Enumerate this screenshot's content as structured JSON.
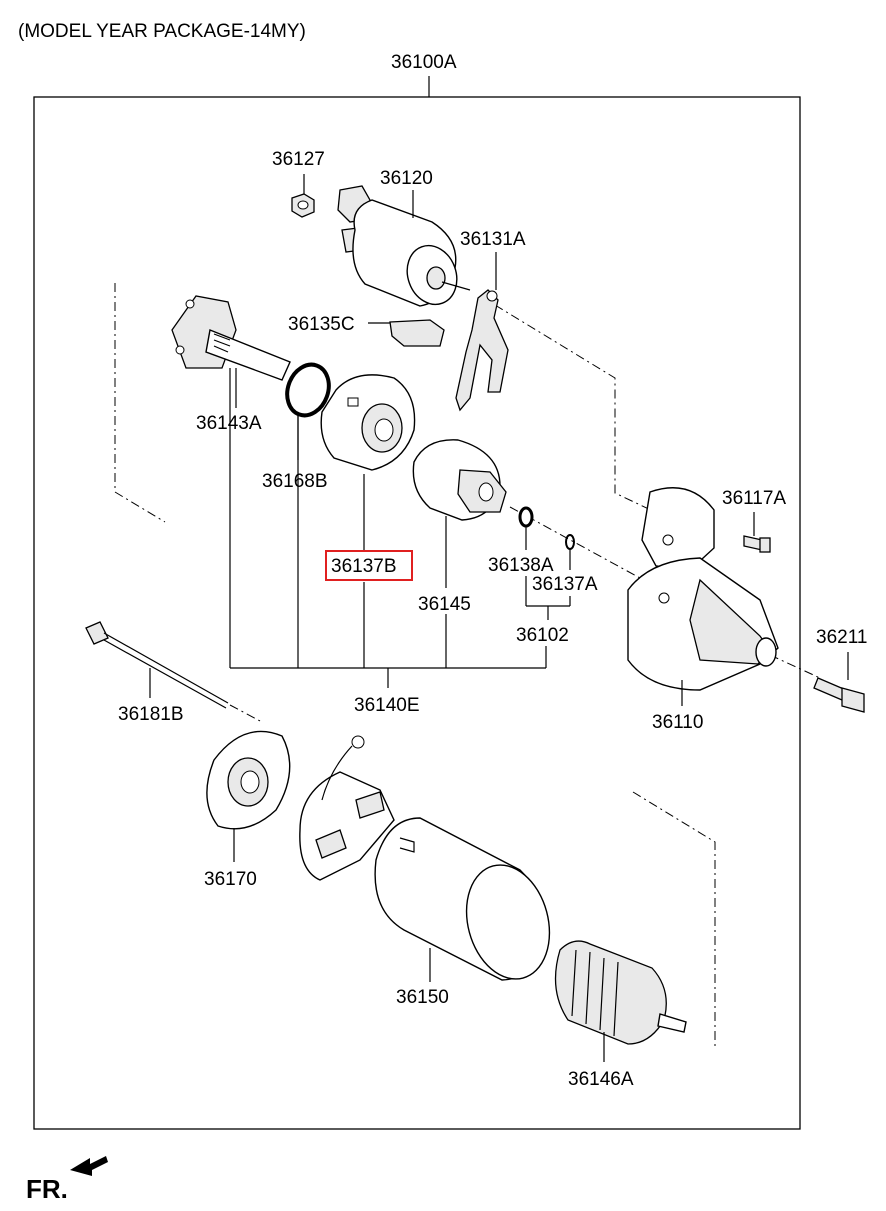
{
  "header": {
    "title": "(MODEL YEAR PACKAGE-14MY)"
  },
  "assembly": {
    "label": "36100A"
  },
  "highlighted": {
    "label": "36137B",
    "color": "#e02020"
  },
  "parts": {
    "p36127": "36127",
    "p36120": "36120",
    "p36131A": "36131A",
    "p36135C": "36135C",
    "p36143A": "36143A",
    "p36168B": "36168B",
    "p36117A": "36117A",
    "p36138A": "36138A",
    "p36137A": "36137A",
    "p36145": "36145",
    "p36102": "36102",
    "p36211": "36211",
    "p36140E": "36140E",
    "p36110": "36110",
    "p36181B": "36181B",
    "p36170": "36170",
    "p36150": "36150",
    "p36146A": "36146A"
  },
  "footer": {
    "direction": "FR.",
    "icon": "front-direction-arrow-icon"
  }
}
